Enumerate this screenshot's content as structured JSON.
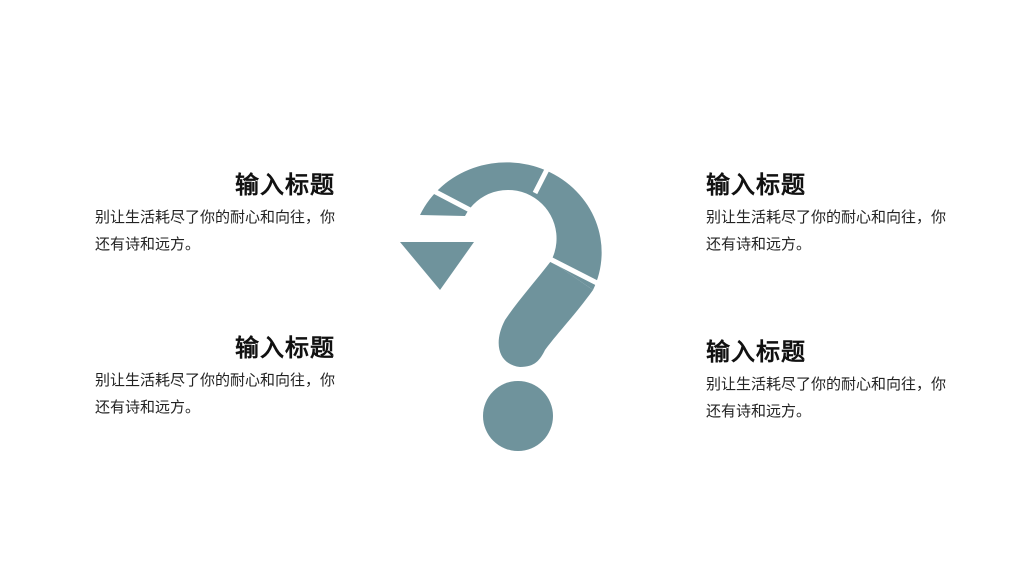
{
  "theme": {
    "accent": "#6f939c",
    "background": "#ffffff"
  },
  "blocks": [
    {
      "title": "输入标题",
      "body": "别让生活耗尽了你的耐心和向往，你还有诗和远方。"
    },
    {
      "title": "输入标题",
      "body": "别让生活耗尽了你的耐心和向往，你还有诗和远方。"
    },
    {
      "title": "输入标题",
      "body": "别让生活耗尽了你的耐心和向往，你还有诗和远方。"
    },
    {
      "title": "输入标题",
      "body": "别让生活耗尽了你的耐心和向往，你还有诗和远方。"
    }
  ],
  "graphic": {
    "icon": "question-mark-icon",
    "segments": 4
  }
}
